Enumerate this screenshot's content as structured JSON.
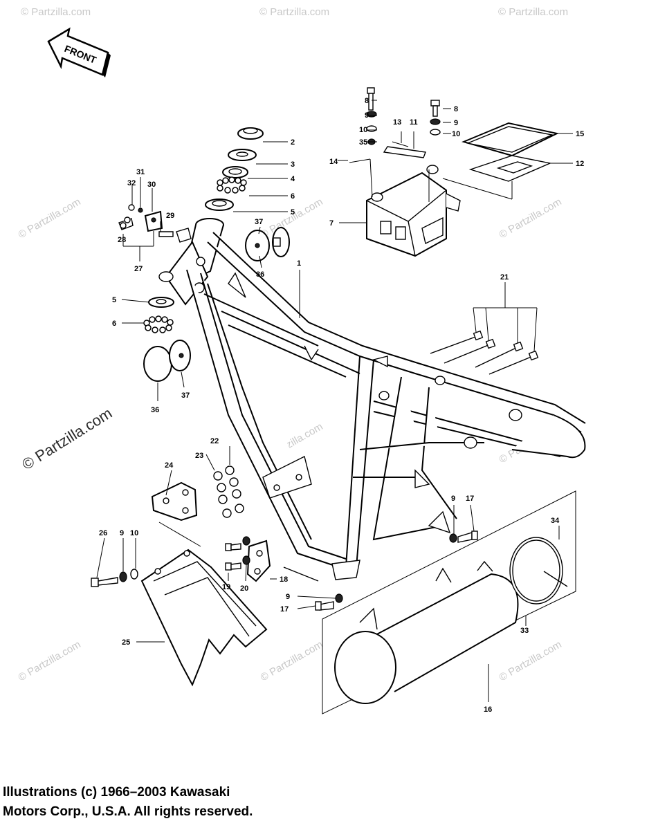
{
  "front_label": "FRONT",
  "watermark": "© Partzilla.com",
  "copyright": {
    "line1": "Illustrations (c) 1966–2003 Kawasaki",
    "line2": "Motors Corp., U.S.A.  All rights reserved."
  },
  "callouts": {
    "c1": "1",
    "c2": "2",
    "c3": "3",
    "c4": "4",
    "c5a": "5",
    "c5b": "5",
    "c6a": "6",
    "c6b": "6",
    "c7": "7",
    "c8a": "8",
    "c8b": "8",
    "c9a": "9",
    "c9b": "9",
    "c9c": "9",
    "c9d": "9",
    "c9e": "9",
    "c10a": "10",
    "c10b": "10",
    "c10c": "10",
    "c11": "11",
    "c12": "12",
    "c13": "13",
    "c14": "14",
    "c15": "15",
    "c16": "16",
    "c17a": "17",
    "c17b": "17",
    "c18": "18",
    "c19": "19",
    "c20": "20",
    "c21": "21",
    "c22": "22",
    "c23": "23",
    "c24": "24",
    "c25": "25",
    "c26": "26",
    "c27": "27",
    "c28": "28",
    "c29": "29",
    "c30": "30",
    "c31": "31",
    "c32": "32",
    "c33": "33",
    "c34": "34",
    "c35": "35",
    "c36a": "36",
    "c36b": "36",
    "c37a": "37",
    "c37b": "37"
  }
}
